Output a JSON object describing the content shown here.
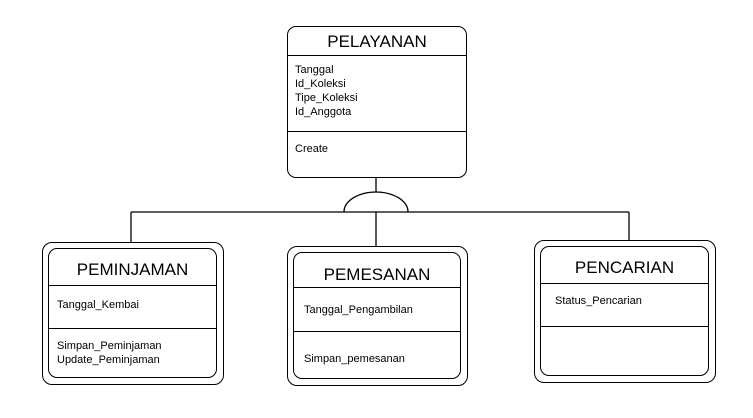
{
  "pelayanan": {
    "name": "PELAYANAN",
    "attributes": [
      "Tanggal",
      "Id_Koleksi",
      "Tipe_Koleksi",
      "Id_Anggota"
    ],
    "methods": [
      "Create"
    ]
  },
  "peminjaman": {
    "name": "PEMINJAMAN",
    "attributes": [
      "Tanggal_Kembai"
    ],
    "methods": [
      "Simpan_Peminjaman",
      "Update_Peminjaman"
    ]
  },
  "pemesanan": {
    "name": "PEMESANAN",
    "attributes": [
      "Tanggal_Pengambilan"
    ],
    "methods": [
      "Simpan_pemesanan"
    ]
  },
  "pencarian": {
    "name": "PENCARIAN",
    "attributes": [
      "Status_Pencarian"
    ],
    "methods": []
  }
}
